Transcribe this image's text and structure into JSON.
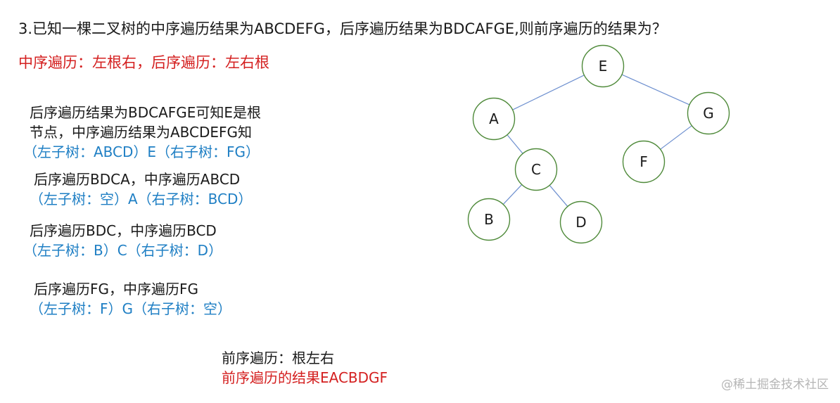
{
  "question": "3.已知一棵二叉树的中序遍历结果为ABCDEFG，后序遍历结果为BDCAFGE,则前序遍历的结果为？",
  "rule": "中序遍历：左根右，后序遍历：左右根",
  "steps": [
    {
      "line1": "后序遍历结果为BDCAFGE可知E是根",
      "line2": "节点，中序遍历结果为ABCDEFG知",
      "line3": "（左子树：ABCD）E（右子树：FG）"
    },
    {
      "line1": "后序遍历BDCA，中序遍历ABCD",
      "line2": "（左子树：空）A（右子树：BCD）"
    },
    {
      "line1": "后序遍历BDC，中序遍历BCD",
      "line2": "（左子树：B）C（右子树：D）"
    },
    {
      "line1": "后序遍历FG，中序遍历FG",
      "line2": "（左子树：F）G（右子树：空）"
    }
  ],
  "conclusion": {
    "rule": "前序遍历：根左右",
    "result": "前序遍历的结果EACBDGF"
  },
  "tree": {
    "nodes": [
      {
        "id": "E",
        "label": "E"
      },
      {
        "id": "A",
        "label": "A"
      },
      {
        "id": "G",
        "label": "G"
      },
      {
        "id": "C",
        "label": "C"
      },
      {
        "id": "F",
        "label": "F"
      },
      {
        "id": "B",
        "label": "B"
      },
      {
        "id": "D",
        "label": "D"
      }
    ],
    "edges": [
      [
        "E",
        "A"
      ],
      [
        "E",
        "G"
      ],
      [
        "A",
        "C"
      ],
      [
        "C",
        "B"
      ],
      [
        "C",
        "D"
      ],
      [
        "G",
        "F"
      ]
    ],
    "colors": {
      "node_stroke": "#4f8a3a",
      "edge": "#6d8fcf"
    }
  },
  "watermark": "@稀土掘金技术社区"
}
